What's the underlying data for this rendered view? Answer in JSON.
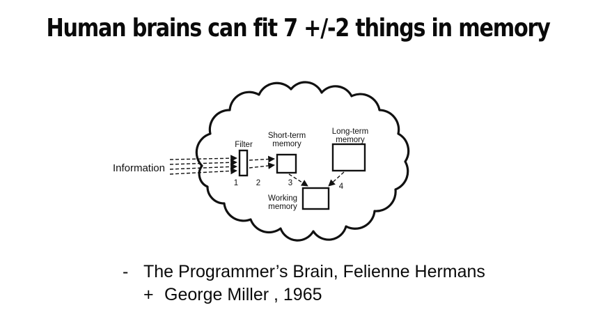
{
  "title": "Human brains can fit 7 +/-2 things in memory",
  "diagram": {
    "information_label": "Information",
    "filter_label": "Filter",
    "short_term_memory": {
      "line1": "Short-term",
      "line2": "memory"
    },
    "long_term_memory": {
      "line1": "Long-term",
      "line2": "memory"
    },
    "working_memory": {
      "line1": "Working",
      "line2": "memory"
    },
    "steps": [
      "1",
      "2",
      "3",
      "4"
    ]
  },
  "attribution": {
    "line1_marker": "-",
    "line1_text": "The Programmer’s Brain, Felienne Hermans",
    "line2_marker": "+",
    "line2_text": "George Miller , 1965"
  }
}
